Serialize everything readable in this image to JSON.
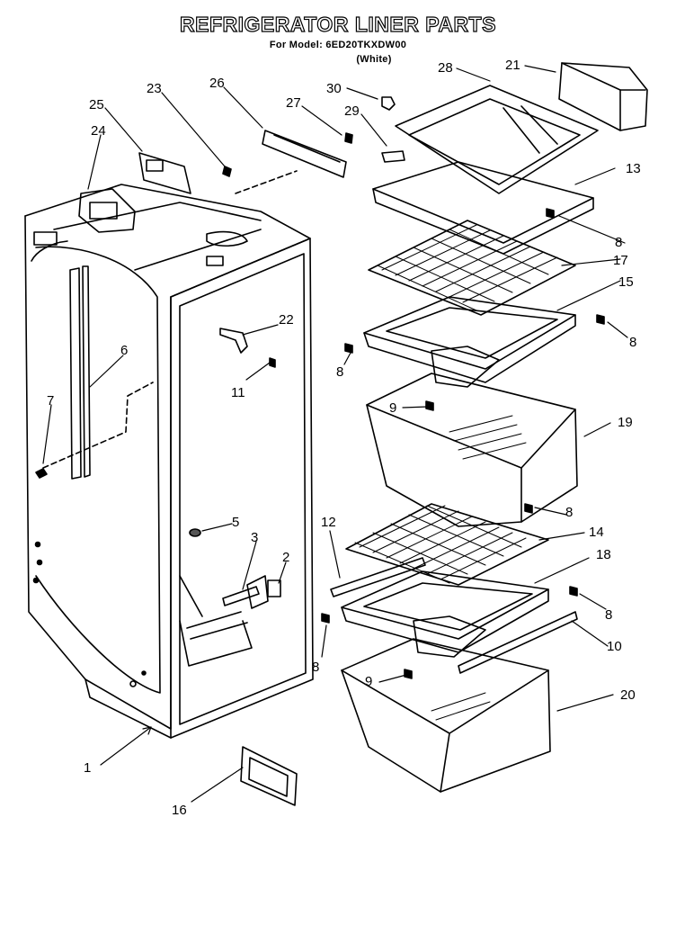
{
  "header": {
    "title": "REFRIGERATOR LINER PARTS",
    "model_line": "For Model: 6ED20TKXDW00",
    "color_line": "(White)"
  },
  "callouts": [
    "1",
    "2",
    "3",
    "5",
    "6",
    "7",
    "8",
    "8",
    "8",
    "8",
    "8",
    "8",
    "9",
    "9",
    "10",
    "11",
    "12",
    "13",
    "14",
    "15",
    "16",
    "17",
    "18",
    "19",
    "20",
    "21",
    "22",
    "23",
    "24",
    "25",
    "26",
    "27",
    "28",
    "29",
    "30"
  ]
}
